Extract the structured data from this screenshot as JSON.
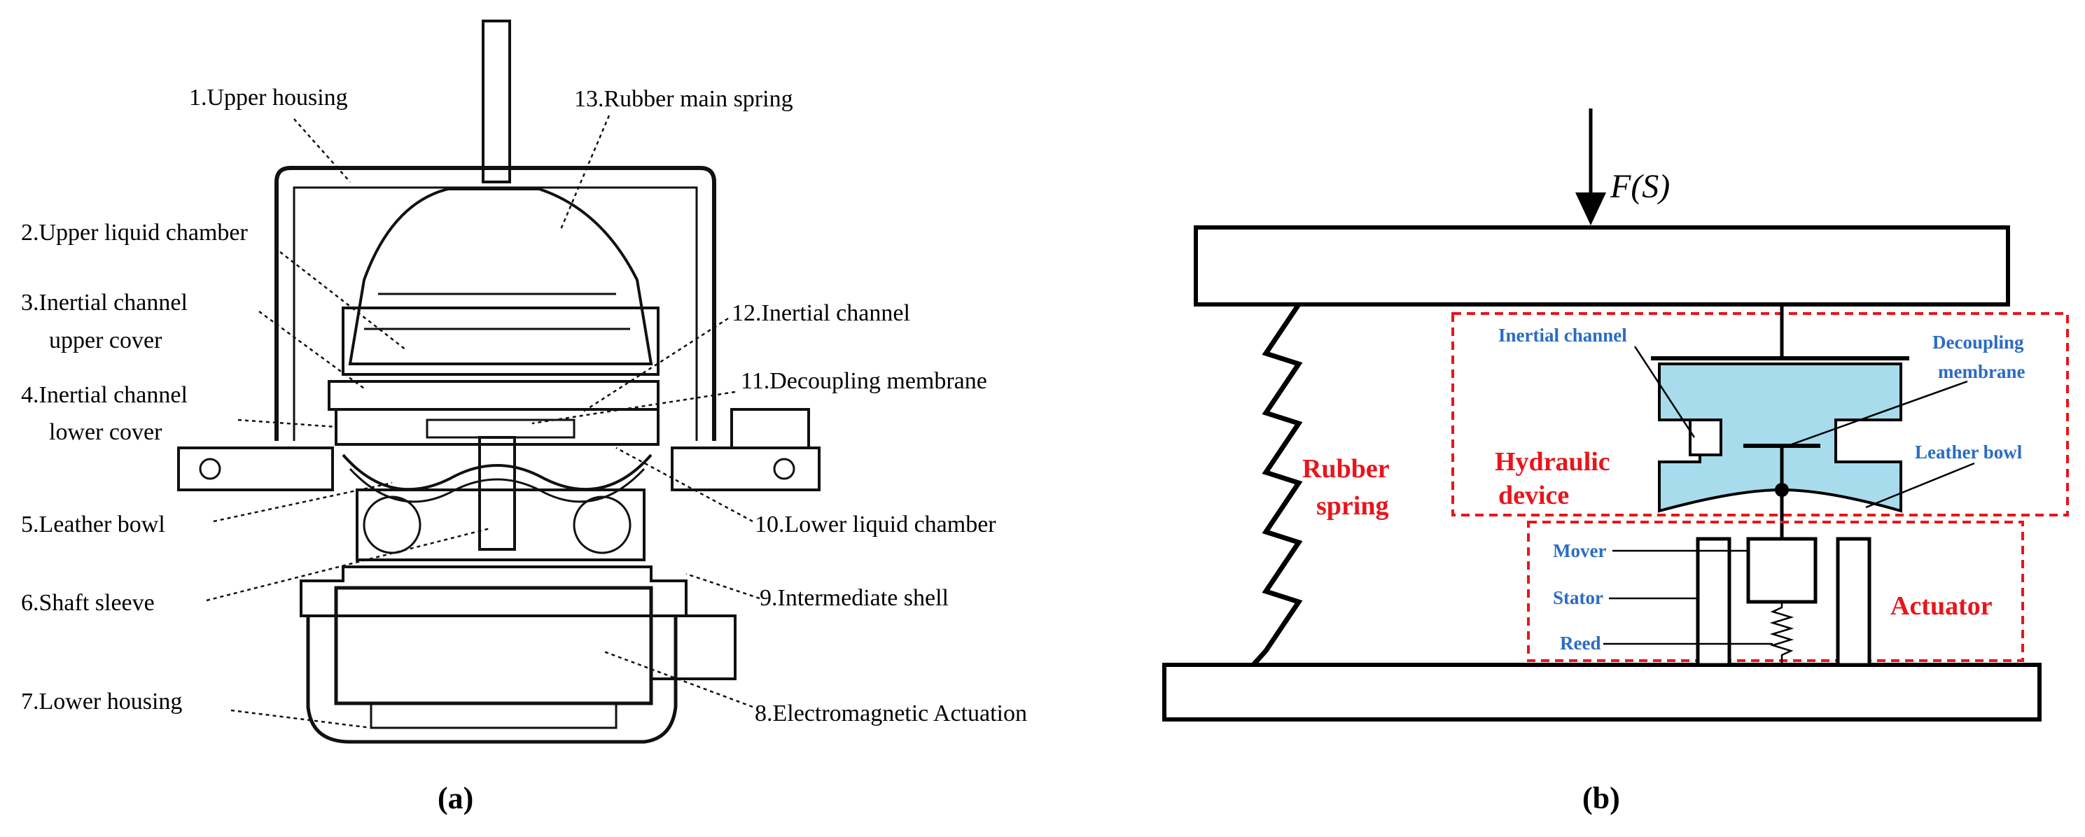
{
  "panel_a": {
    "caption": "(a)",
    "labels": {
      "upper_housing": "1.Upper housing",
      "upper_liquid_chamber": "2.Upper liquid chamber",
      "inertial_upper_cover_1": "3.Inertial channel",
      "inertial_upper_cover_2": "upper cover",
      "inertial_lower_cover_1": "4.Inertial channel",
      "inertial_lower_cover_2": "lower cover",
      "leather_bowl": "5.Leather bowl",
      "shaft_sleeve": "6.Shaft sleeve",
      "lower_housing": "7.Lower housing",
      "em_actuation": "8.Electromagnetic  Actuation",
      "intermediate_shell": "9.Intermediate shell",
      "lower_liquid_chamber": "10.Lower liquid chamber",
      "decoupling_membrane": "11.Decoupling membrane",
      "inertial_channel": "12.Inertial channel",
      "rubber_main_spring": "13.Rubber main spring"
    }
  },
  "panel_b": {
    "caption": "(b)",
    "force_label": "F(S)",
    "labels": {
      "inertial_channel": "Inertial channel",
      "decoupling_1": "Decoupling",
      "decoupling_2": "membrane",
      "leather_bowl": "Leather bowl",
      "mover": "Mover",
      "stator": "Stator",
      "reed": "Reed",
      "rubber_1": "Rubber",
      "rubber_2": "spring",
      "hydraulic_1": "Hydraulic",
      "hydraulic_2": "device",
      "actuator": "Actuator"
    },
    "colors": {
      "fluid": "#a8dcec",
      "blue_text": "#2b6cc4",
      "red": "#e8151b"
    }
  }
}
